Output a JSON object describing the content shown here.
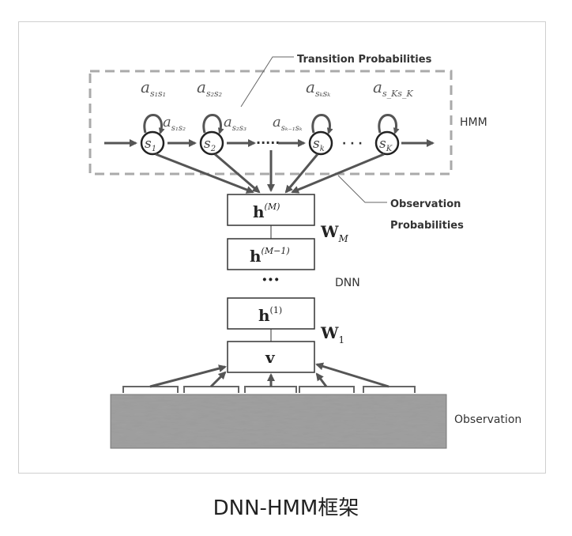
{
  "caption": "DNN-HMM框架",
  "hmm_label": "HMM",
  "dnn_label": "DNN",
  "observation_label": "Observation",
  "transition_label": "Transition Probabilities",
  "observation_prob_line1": "Observation",
  "observation_prob_line2": "Probabilities",
  "states": [
    {
      "base": "s",
      "sub": "1"
    },
    {
      "base": "s",
      "sub": "2"
    },
    {
      "base": "s",
      "sub": "k"
    },
    {
      "base": "s",
      "sub": "K"
    }
  ],
  "self_loops": [
    {
      "base": "a",
      "sub": "s₁s₁"
    },
    {
      "base": "a",
      "sub": "s₂s₂"
    },
    {
      "base": "a",
      "sub": "sₖsₖ"
    },
    {
      "base": "a",
      "sub": "s_Ks_K"
    }
  ],
  "transitions": [
    {
      "base": "a",
      "sub": "s₁s₂"
    },
    {
      "base": "a",
      "sub": "s₂s₃"
    },
    {
      "base": "a",
      "sub": "sₖ₋₁sₖ"
    }
  ],
  "ellipsis_dots": "·····",
  "ellipsis_dots_short": "· · ·",
  "layers": [
    {
      "base": "h",
      "sup": "(M)"
    },
    {
      "base": "h",
      "sup": "(M−1)"
    },
    {
      "base": "h",
      "sup": "(1)"
    },
    {
      "base": "v",
      "sup": ""
    }
  ],
  "layer_ellipsis": "···",
  "weights": [
    {
      "base": "W",
      "sub": "M"
    },
    {
      "base": "W",
      "sub": "1"
    }
  ]
}
